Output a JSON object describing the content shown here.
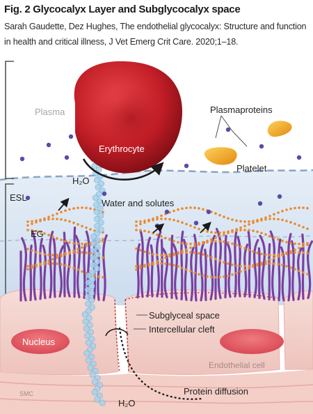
{
  "figure": {
    "title": "Fig. 2 Glycocalyx Layer and Subglycocalyx space",
    "citation": "Sarah Gaudette, Dez Hughes, The endothelial glycocalyx: Structure and function in health and critical illness, J Vet Emerg Crit Care. 2020;1–18."
  },
  "labels": {
    "plasma": "Plasma",
    "erythrocyte": "Erythrocyte",
    "plasmaproteins": "Plasmaproteins",
    "platelet": "Platelet",
    "h2o_top": "H₂O",
    "esl": "ESL",
    "water_solutes": "Water and solutes",
    "eg": "EG",
    "subglyceal_space": "Subglyceal space",
    "intercellular_cleft": "Intercellular cleft",
    "nucleus": "Nucleus",
    "endothelial_cell": "Endothelial cell",
    "smc": "SMC",
    "protein_diffusion": "Protein diffusion",
    "h2o_bottom": "H₂O"
  },
  "colors": {
    "plasma_bg": "#ffffff",
    "esl_bg": "#dbe7f3",
    "cell": "#f2d3cf",
    "nucleus": "#e8606a",
    "erythrocyte": "#c8202a",
    "glycocalyx": "#7b3fa0",
    "solute_dots": "#e98a2f",
    "protein": "#5b4aa8",
    "water": "#8fc3e0",
    "platelet": "#f0a020"
  }
}
